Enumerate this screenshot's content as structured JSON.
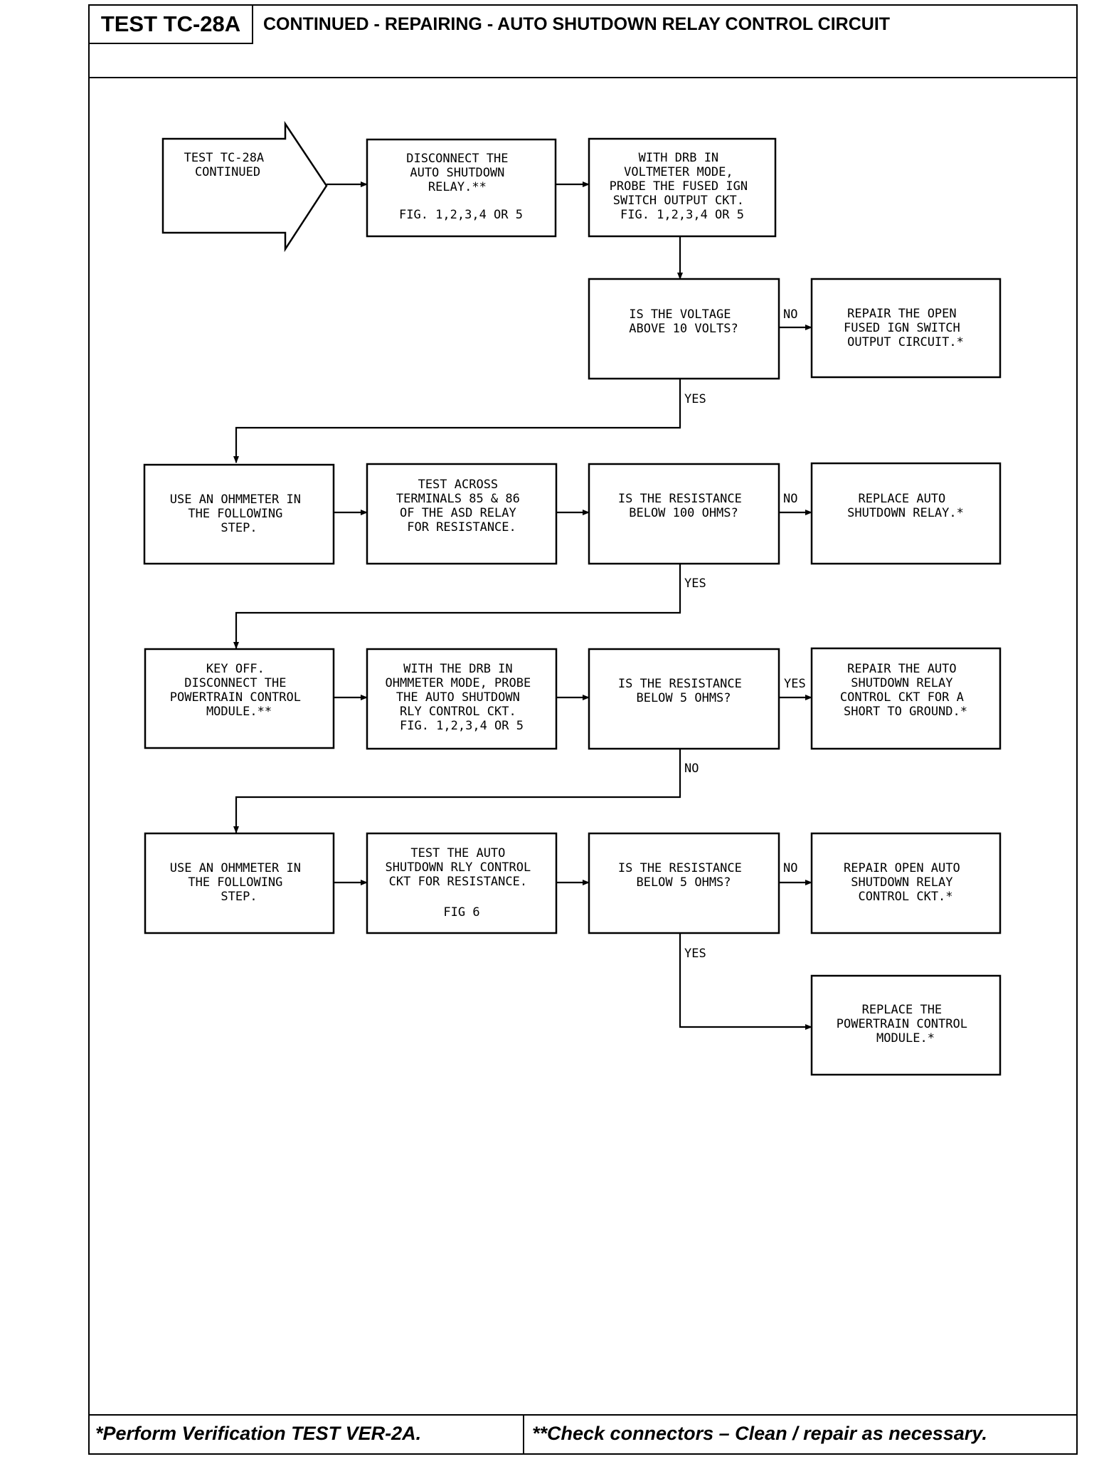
{
  "header": {
    "test_id": "TEST TC-28A",
    "title": "CONTINUED - REPAIRING - AUTO SHUTDOWN RELAY CONTROL CIRCUIT"
  },
  "footer": {
    "left": "*Perform Verification TEST VER-2A.",
    "right": "**Check connectors – Clean / repair as necessary."
  },
  "flow": {
    "start": [
      "TEST TC-28A",
      "CONTINUED"
    ],
    "disconnect_asd": [
      "DISCONNECT THE",
      "AUTO SHUTDOWN",
      "RELAY.**",
      "",
      "FIG. 1,2,3,4 OR 5"
    ],
    "probe_fused_ign": [
      "WITH DRB IN",
      "VOLTMETER MODE,",
      "PROBE THE FUSED IGN",
      "SWITCH OUTPUT CKT.",
      "FIG. 1,2,3,4 OR 5"
    ],
    "q_voltage": [
      "IS THE VOLTAGE",
      "ABOVE 10 VOLTS?"
    ],
    "repair_fused_ign": [
      "REPAIR THE OPEN",
      "FUSED IGN SWITCH",
      "OUTPUT CIRCUIT.*"
    ],
    "use_ohmmeter_1": [
      "USE AN OHMMETER IN",
      "THE FOLLOWING",
      "STEP."
    ],
    "test_terminals": [
      "TEST ACROSS",
      "TERMINALS 85 & 86",
      "OF THE ASD RELAY",
      "FOR RESISTANCE."
    ],
    "q_res_100": [
      "IS THE RESISTANCE",
      "BELOW 100 OHMS?"
    ],
    "replace_relay": [
      "REPLACE AUTO",
      "SHUTDOWN RELAY.*"
    ],
    "key_off": [
      "KEY OFF.",
      "DISCONNECT THE",
      "POWERTRAIN CONTROL",
      "MODULE.**"
    ],
    "probe_rly_ctrl": [
      "WITH THE DRB IN",
      "OHMMETER MODE, PROBE",
      "THE AUTO SHUTDOWN",
      "RLY CONTROL CKT.",
      "FIG. 1,2,3,4 OR 5"
    ],
    "q_res_5a": [
      "IS THE RESISTANCE",
      "BELOW 5 OHMS?"
    ],
    "repair_short": [
      "REPAIR THE AUTO",
      "SHUTDOWN RELAY",
      "CONTROL CKT FOR A",
      "SHORT TO GROUND.*"
    ],
    "use_ohmmeter_2": [
      "USE AN OHMMETER IN",
      "THE FOLLOWING",
      "STEP."
    ],
    "test_rly_ctrl": [
      "TEST THE AUTO",
      "SHUTDOWN RLY CONTROL",
      "CKT FOR RESISTANCE.",
      "",
      "FIG 6"
    ],
    "q_res_5b": [
      "IS THE RESISTANCE",
      "BELOW 5 OHMS?"
    ],
    "repair_open": [
      "REPAIR OPEN AUTO",
      "SHUTDOWN RELAY",
      "CONTROL CKT.*"
    ],
    "replace_pcm": [
      "REPLACE THE",
      "POWERTRAIN CONTROL",
      "MODULE.*"
    ]
  },
  "branch_labels": {
    "voltage_no": "NO",
    "voltage_yes": "YES",
    "res100_no": "NO",
    "res100_yes": "YES",
    "res5a_yes": "YES",
    "res5a_no": "NO",
    "res5b_no": "NO",
    "res5b_yes": "YES"
  }
}
